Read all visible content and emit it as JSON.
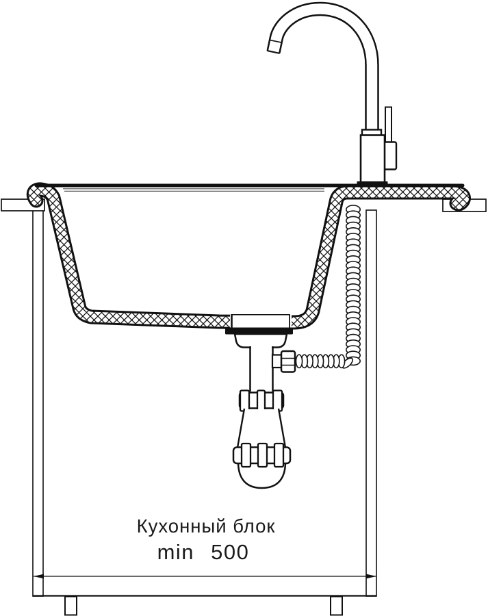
{
  "labels": {
    "cabinet": "Кухонный блок",
    "dimension": "min 500"
  },
  "colors": {
    "ink": "#111111",
    "paper": "#ffffff",
    "thin_line": "#4a4a4a"
  },
  "drawing": {
    "type": "technical-section",
    "subject": "kitchen sink installation side view",
    "parts": [
      "faucet",
      "sink-bowl",
      "countertop",
      "supply-hose-coil",
      "drain-siphon",
      "cabinet",
      "dimension"
    ]
  }
}
